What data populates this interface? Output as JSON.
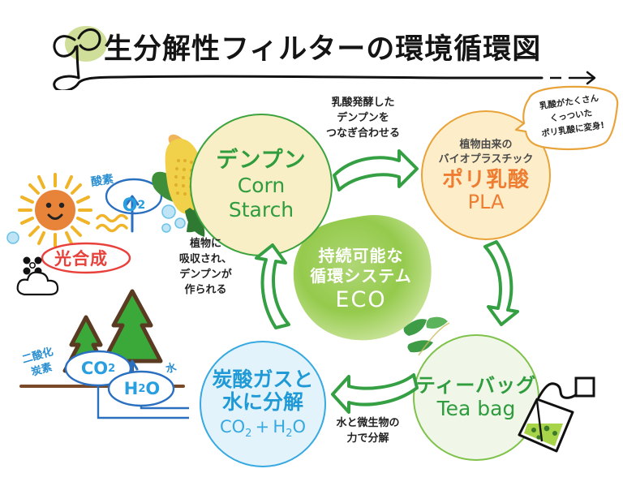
{
  "title": {
    "text": "生分解性フィルターの環境循環図",
    "sprout_icon": "sprout-icon",
    "arrow_icon": "arrow-right-icon"
  },
  "colors": {
    "green": "#2f9c3e",
    "arrow_green": "#35a043",
    "orange": "#ee7d32",
    "orange_border": "#e8a33a",
    "blue": "#1f9ad6",
    "light_blue": "#36a9e1",
    "red": "#e8403a",
    "starch_fill": "#f8efc6",
    "pla_fill": "#fdeec9",
    "tea_fill": "#f0f7e9",
    "co2_fill": "#e3f3fb",
    "eco_blob": "#8cc63f"
  },
  "nodes": {
    "starch": {
      "jp": "デンプン",
      "en_line1": "Corn",
      "en_line2": "Starch",
      "illustration": "corn-cob-icon"
    },
    "pla": {
      "sub_line1": "植物由来の",
      "sub_line2": "バイオプラスチック",
      "jp": "ポリ乳酸",
      "en": "PLA"
    },
    "tea": {
      "jp": "ティーバッグ",
      "en": "Tea bag",
      "illustration": "tea-bag-icon"
    },
    "co2": {
      "jp_line1": "炭酸ガスと",
      "jp_line2": "水に分解",
      "formula": "CO₂ + H₂O"
    }
  },
  "center": {
    "jp_line1": "持続可能な",
    "jp_line2": "循環システム",
    "en": "ECO"
  },
  "captions": {
    "ferment": "乳酸発酵した\nデンプンを\nつなぎ合わせる",
    "absorb": "植物に\n吸収され、\nデンプンが\n作られる",
    "microbe": "水と微生物の\n力で分解"
  },
  "speech_bubble": {
    "line1": "乳酸がたくさん",
    "line2": "くっついた",
    "line3": "ポリ乳酸に変身!"
  },
  "left_illustration": {
    "oxygen_label": "酸素",
    "o2": "O₂",
    "photosynthesis": "光合成",
    "carbon_dioxide_label": "二酸化\n炭素",
    "co2": "CO₂",
    "h2o": "H₂O",
    "water_label": "水",
    "icons": [
      "sun-icon",
      "cloud-icon",
      "tree-icon",
      "tree-icon",
      "bubbles-icon",
      "ground-line"
    ]
  },
  "arrows": [
    {
      "name": "arrow-starch-to-pla",
      "direction": "right"
    },
    {
      "name": "arrow-pla-to-tea",
      "direction": "down"
    },
    {
      "name": "arrow-tea-to-co2",
      "direction": "left"
    },
    {
      "name": "arrow-co2-to-starch",
      "direction": "up"
    }
  ]
}
